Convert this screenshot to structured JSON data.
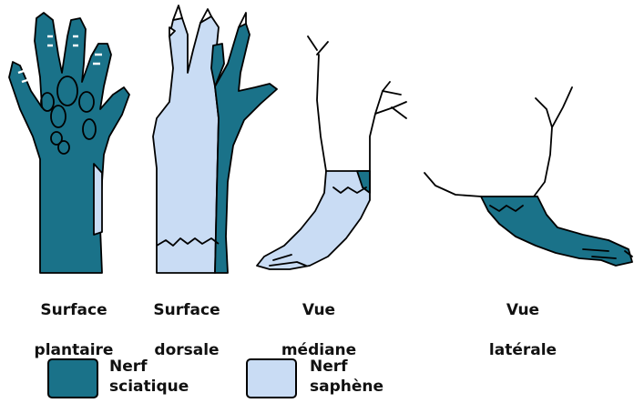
{
  "colors": {
    "sciatic": "#1a7289",
    "saphenous": "#c9dcf4",
    "outline": "#000000"
  },
  "views": [
    {
      "name": "surface-plantaire",
      "line1": "Surface",
      "line2": "plantaire"
    },
    {
      "name": "surface-dorsale",
      "line1": "Surface",
      "line2": "dorsale"
    },
    {
      "name": "vue-mediane",
      "line1": "Vue",
      "line2": "médiane"
    },
    {
      "name": "vue-laterale",
      "line1": "Vue",
      "line2": "latérale"
    }
  ],
  "legend": [
    {
      "name": "nerf-sciatique",
      "line1": "Nerf",
      "line2": "sciatique",
      "color": "#1a7289"
    },
    {
      "name": "nerf-saphene",
      "line1": "Nerf",
      "line2": "saphène",
      "color": "#c9dcf4"
    }
  ]
}
